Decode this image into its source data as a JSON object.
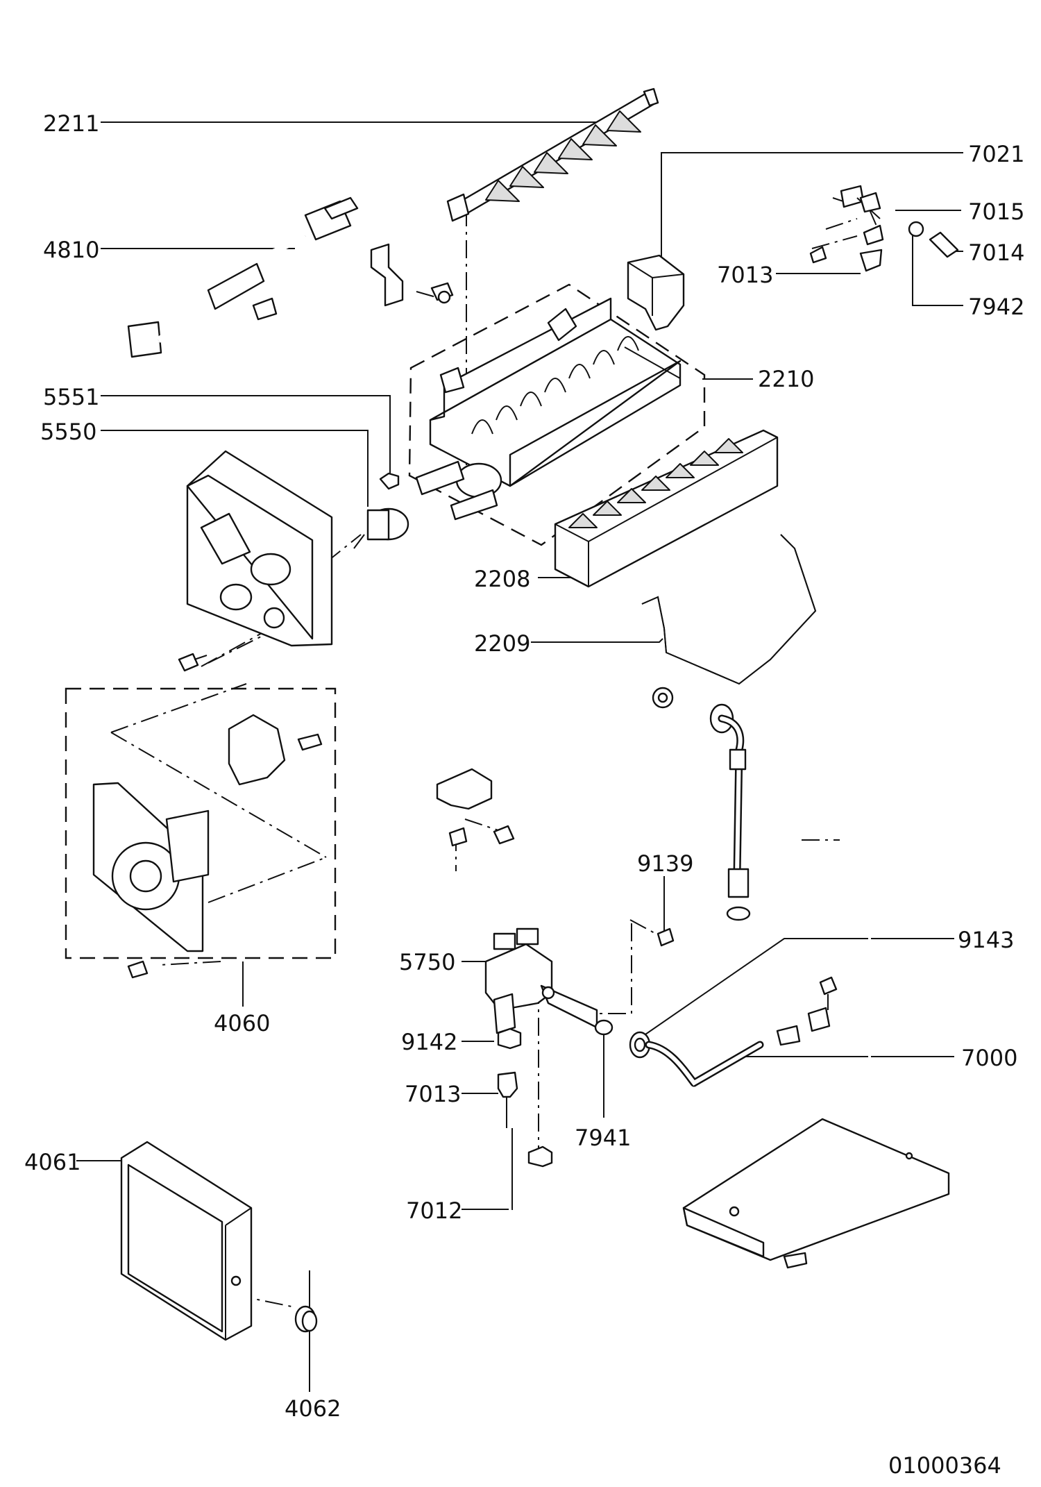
{
  "drawing_number": "01000364",
  "callouts": [
    {
      "id": "c-2211",
      "label": "2211"
    },
    {
      "id": "c-4810",
      "label": "4810"
    },
    {
      "id": "c-5551",
      "label": "5551"
    },
    {
      "id": "c-5550",
      "label": "5550"
    },
    {
      "id": "c-2210",
      "label": "2210"
    },
    {
      "id": "c-2208",
      "label": "2208"
    },
    {
      "id": "c-2209",
      "label": "2209"
    },
    {
      "id": "c-7021",
      "label": "7021"
    },
    {
      "id": "c-7015",
      "label": "7015"
    },
    {
      "id": "c-7014",
      "label": "7014"
    },
    {
      "id": "c-7013-top",
      "label": "7013"
    },
    {
      "id": "c-7942",
      "label": "7942"
    },
    {
      "id": "c-9139",
      "label": "9139"
    },
    {
      "id": "c-9143",
      "label": "9143"
    },
    {
      "id": "c-5750",
      "label": "5750"
    },
    {
      "id": "c-9142",
      "label": "9142"
    },
    {
      "id": "c-7013-bot",
      "label": "7013"
    },
    {
      "id": "c-7941",
      "label": "7941"
    },
    {
      "id": "c-7000",
      "label": "7000"
    },
    {
      "id": "c-7012",
      "label": "7012"
    },
    {
      "id": "c-4060",
      "label": "4060"
    },
    {
      "id": "c-4061",
      "label": "4061"
    },
    {
      "id": "c-4062",
      "label": "4062"
    }
  ]
}
